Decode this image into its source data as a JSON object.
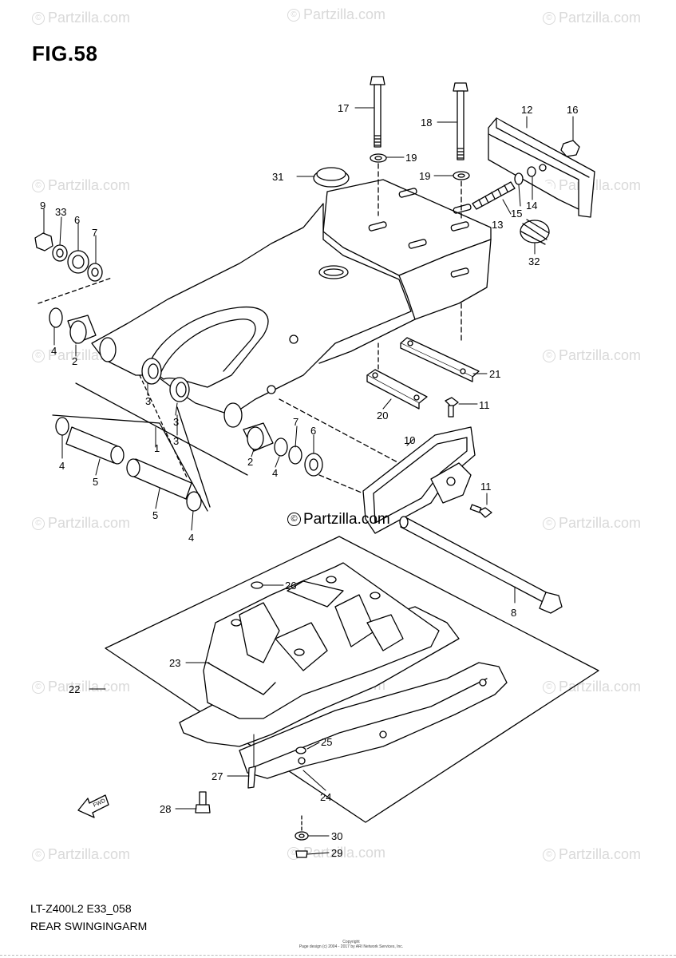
{
  "figure": {
    "title": "FIG.58",
    "model_code": "LT-Z400L2 E33_058",
    "subtitle": "REAR SWINGINGARM",
    "copyright_line1": "Copyright",
    "copyright_line2": "Page design (c) 2004 - 2017 by ARI Network Services, Inc.",
    "center_watermark": "Partzilla.com",
    "watermark_text": "Partzilla.com",
    "front_arrow_label": "FWD"
  },
  "callouts": [
    "1",
    "2",
    "2",
    "3",
    "3",
    "3",
    "4",
    "4",
    "4",
    "4",
    "5",
    "5",
    "6",
    "6",
    "7",
    "7",
    "8",
    "9",
    "10",
    "11",
    "11",
    "12",
    "13",
    "14",
    "15",
    "16",
    "17",
    "18",
    "19",
    "19",
    "20",
    "21",
    "22",
    "23",
    "24",
    "25",
    "26",
    "27",
    "28",
    "29",
    "30",
    "31",
    "32",
    "33"
  ],
  "colors": {
    "line": "#000000",
    "watermark": "#d9d9d9",
    "background": "#ffffff"
  }
}
